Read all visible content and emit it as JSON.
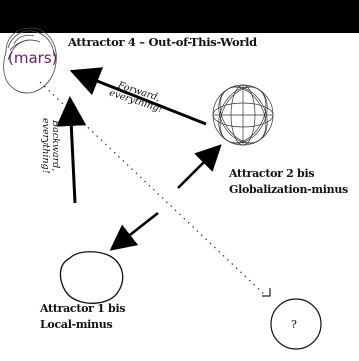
{
  "title": "Attractor 4 – Out-of-This-World",
  "mars_label": "(mars)",
  "attractor2": {
    "line1": "Attractor 2 bis",
    "line2": "Globalization-minus"
  },
  "attractor1": {
    "line1": "Attractor 1 bis",
    "line2": "Local-minus"
  },
  "unknown_label": "?",
  "forward_arrow": {
    "line1": "Forward,",
    "line2": "everything!"
  },
  "backward_arrow": {
    "line1": "Backward,",
    "line2": "everything!"
  },
  "colors": {
    "topbar": "#000000",
    "mars_text": "#6a1d6a",
    "ink": "#111111"
  }
}
